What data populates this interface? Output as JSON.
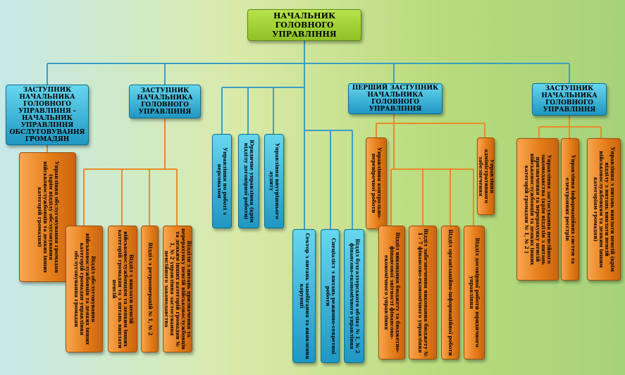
{
  "colors": {
    "connector": "#3a9ec2",
    "connector_orange": "#e88a2a",
    "green_box": "#9fd23a",
    "teal_box": "#2ea6cf",
    "orange_box": "#ee8a25"
  },
  "top": {
    "head": "НАЧАЛЬНИК ГОЛОВНОГО УПРАВЛІННЯ",
    "deputy_service": "ЗАСТУПНИК НАЧАЛЬНИКА ГОЛОВНОГО УПРАВЛІННЯ - НАЧАЛЬНИК УПРАВЛІННЯ ОБСЛУГОВУВАННЯ ГРОМАДЯН",
    "deputy_2": "ЗАСТУПНИК НАЧАЛЬНИКА ГОЛОВНОГО УПРАВЛІННЯ",
    "first_deputy": "ПЕРШИЙ ЗАСТУПНИК НАЧАЛЬНИКА ГОЛОВНОГО УПРАВЛІННЯ",
    "deputy_4": "ЗАСТУПНИК НАЧАЛЬНИКА ГОЛОВНОГО УПРАВЛІННЯ"
  },
  "units": {
    "service_admin": "Управління обслуговування громадян (крім відділу обслуговування військовослужбовців та деяких інших категорій громадян)",
    "service_military": "Відділ обслуговування військовослужбовців та деяких інших категорій громадян управління обслуговування громадян",
    "pension_military": "Відділ з виплати пенсій військовослужбовцям та деяким інших категорій громадян та з питань виплати пенсій",
    "retro_finance": "Відділ з ретрооперацій № 1, № 2",
    "pension_recalc": "Відділи з питань призначення та перерахунку пенсій військовослужбовців та деяким інших категорій громадян № 1, № 2 управління застосування пенсійного законодавства",
    "staff_work": "Управління по роботі з персоналом",
    "legal": "Юридичне управління (крім відділу договірної роботи)",
    "audit": "Управління внутрішнього аудиту",
    "corruption": "Сектор з питань запобігання та виявлення корупції",
    "security": "Спеціаліст з питань режимно-секретної роботи",
    "accounting": "Відділ бухгалтерського обліку № 1, № 2 фінансово-економічного управління",
    "control": "Управління контрольно-перевірочної роботи",
    "budget_exec": "Відділ виконання бюджету та бюджетно-фінансової звітності фінансово-економічного управління",
    "budget_support": "Відділ забезпечення виконання бюджету № 1 - 7 фінансово-економічного управління",
    "info_org": "Відділ організаційно-інформаційної роботи",
    "contract": "Відділ договірної роботи юридичного управління",
    "admin_support": "Управління адміністративного забезпечення",
    "pension_law": "Управління застосування пенсійного законодавства (крім відділів з питань призначення та перерахунку пенсій військовослужбовців та деяких інших категорій громадян № 1, № 2 )",
    "info_systems": "Управління інформаційних систем та електронних реєстрів",
    "pension_payment": "Управління з питань виплати пенсій (крім відділу з питань виплати пенсій військовослужбовцям та деяким іншим категоріям громадян)"
  }
}
